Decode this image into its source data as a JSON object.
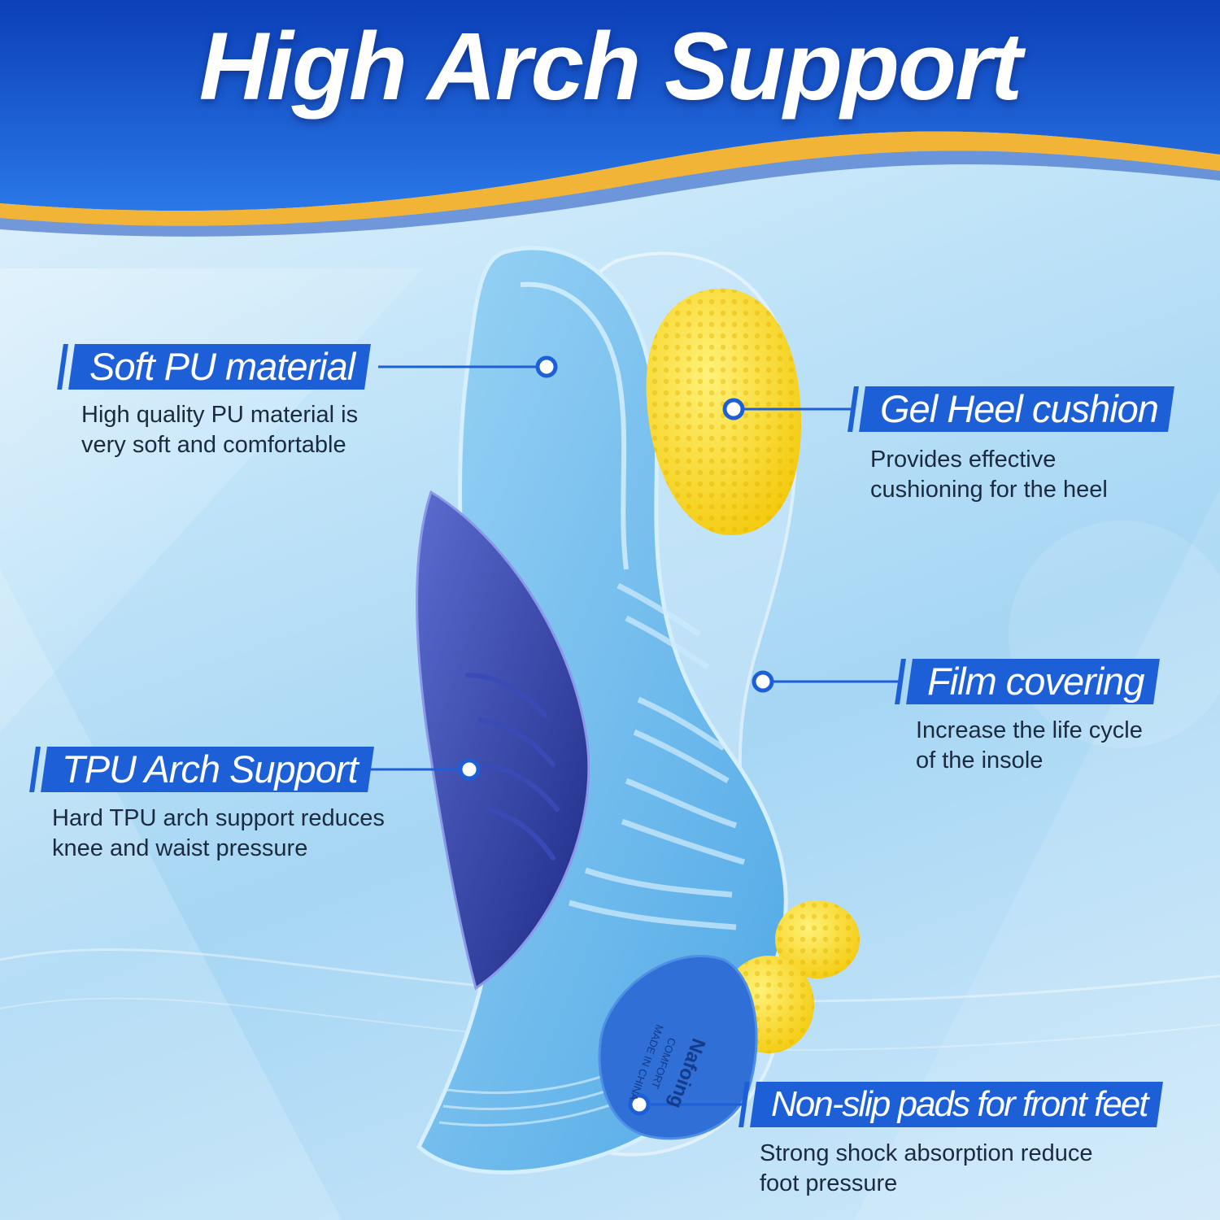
{
  "title": "High Arch Support",
  "colors": {
    "banner": "#1f5fd0",
    "accent_gold": "#f2b437",
    "label_bg": "#1c5fd6",
    "gel_yellow": "#f5d81d",
    "arch_navy": "#2b3a9c",
    "insole_blue": "#7fc4ee"
  },
  "features": [
    {
      "label": "Soft PU material",
      "desc": [
        "High quality PU material is",
        "very soft and comfortable"
      ]
    },
    {
      "label": "Gel Heel cushion",
      "desc": [
        "Provides effective",
        "cushioning for the heel"
      ]
    },
    {
      "label": "Film covering",
      "desc": [
        "Increase the life cycle",
        "of the insole"
      ]
    },
    {
      "label": "TPU Arch Support",
      "desc": [
        "Hard TPU arch support reduces",
        "knee and waist pressure"
      ]
    },
    {
      "label": "Non-slip pads for front feet",
      "desc": [
        "Strong shock absorption reduce",
        "foot pressure"
      ]
    }
  ],
  "pad_brand": "Nafoing",
  "pad_text_1": "COMFORT",
  "pad_text_2": "MADE IN CHINA"
}
